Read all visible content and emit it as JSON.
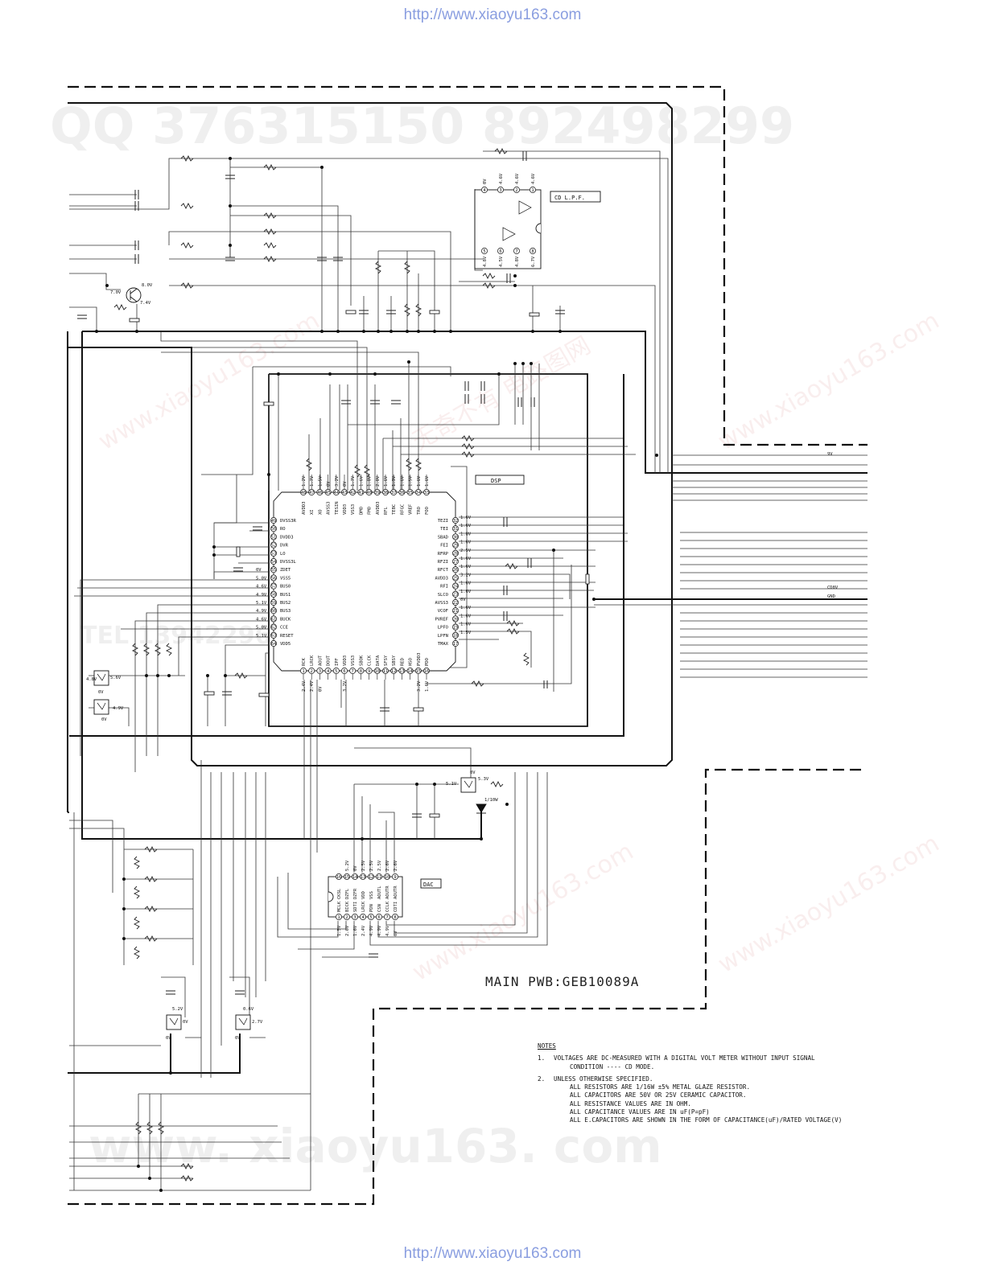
{
  "header": {
    "url": "http://www.xiaoyu163.com"
  },
  "footer": {
    "url": "http://www.xiaoyu163.com"
  },
  "watermarks": {
    "qq": "QQ 376315150    892498299",
    "site_bottom": "www. xiaoyu163. com",
    "site_diag": "www.xiaoyu163.com",
    "brand": "无奇不有 电路图网",
    "tel": "TEL 13942296513"
  },
  "blocks": {
    "lpf": "CD L.P.F.",
    "dsp": "DSP",
    "dac": "DAC",
    "board": "MAIN PWB:GEB10089A"
  },
  "lpf_pins": {
    "top": [
      "4",
      "3",
      "2",
      "1"
    ],
    "bottom": [
      "5",
      "6",
      "7",
      "8"
    ],
    "top_v": [
      "0V",
      "4.6V",
      "4.6V",
      "4.6V"
    ],
    "bottom_v": [
      "4.8V",
      "4.5V",
      "4.8V",
      "6.7V"
    ]
  },
  "dsp_top_pins": [
    {
      "n": "48",
      "name": "AVDD3",
      "v": "1.2V"
    },
    {
      "n": "47",
      "name": "XI",
      "v": "1.7V"
    },
    {
      "n": "46",
      "name": "XO",
      "v": "1.5V"
    },
    {
      "n": "45",
      "name": "AVSS3",
      "v": "0V"
    },
    {
      "n": "44",
      "name": "TESIN",
      "v": "3.2V"
    },
    {
      "n": "43",
      "name": "VDD3",
      "v": "0V"
    },
    {
      "n": "42",
      "name": "VSS3",
      "v": "1.7V"
    },
    {
      "n": "41",
      "name": "DMO",
      "v": "1.6V"
    },
    {
      "n": "40",
      "name": "FMO",
      "v": "1.8V"
    },
    {
      "n": "39",
      "name": "AVDD3",
      "v": "2.0V"
    },
    {
      "n": "38",
      "name": "RFL",
      "v": "1.6V"
    },
    {
      "n": "37",
      "name": "TEBC",
      "v": "1.3V"
    },
    {
      "n": "36",
      "name": "RFGC",
      "v": "1.6V"
    },
    {
      "n": "35",
      "name": "VREF",
      "v": "1.5V"
    },
    {
      "n": "34",
      "name": "TRO",
      "v": "1.6V"
    },
    {
      "n": "33",
      "name": "FOO",
      "v": "1.6V"
    }
  ],
  "dsp_left_pins": [
    {
      "n": "49",
      "name": "DVSS3R",
      "v": ""
    },
    {
      "n": "50",
      "name": "RO",
      "v": ""
    },
    {
      "n": "51",
      "name": "DVDD3",
      "v": ""
    },
    {
      "n": "52",
      "name": "DVR",
      "v": ""
    },
    {
      "n": "53",
      "name": "LO",
      "v": ""
    },
    {
      "n": "54",
      "name": "DVSS3L",
      "v": ""
    },
    {
      "n": "55",
      "name": "ZDET",
      "v": "0V"
    },
    {
      "n": "56",
      "name": "VSS5",
      "v": "5.0V"
    },
    {
      "n": "57",
      "name": "BUS0",
      "v": "4.6V"
    },
    {
      "n": "58",
      "name": "BUS1",
      "v": "4.9V"
    },
    {
      "n": "59",
      "name": "BUS2",
      "v": "5.1V"
    },
    {
      "n": "60",
      "name": "BUS3",
      "v": "4.9V"
    },
    {
      "n": "61",
      "name": "BUCK",
      "v": "4.6V"
    },
    {
      "n": "62",
      "name": "CCE",
      "v": "5.0V"
    },
    {
      "n": "63",
      "name": "RESET",
      "v": "5.1V"
    },
    {
      "n": "64",
      "name": "VDD5",
      "v": ""
    }
  ],
  "dsp_right_pins": [
    {
      "n": "32",
      "name": "TEZI",
      "v": "1.6V"
    },
    {
      "n": "31",
      "name": "TEI",
      "v": "1.6V"
    },
    {
      "n": "30",
      "name": "SBAD",
      "v": "1.8V"
    },
    {
      "n": "29",
      "name": "FEI",
      "v": "1.6V"
    },
    {
      "n": "28",
      "name": "RFRP",
      "v": "2.5V"
    },
    {
      "n": "27",
      "name": "RFZI",
      "v": "1.6V"
    },
    {
      "n": "26",
      "name": "RFCT",
      "v": "1.6V"
    },
    {
      "n": "25",
      "name": "AVDD3",
      "v": "3.2V"
    },
    {
      "n": "24",
      "name": "RFI",
      "v": "1.6V"
    },
    {
      "n": "23",
      "name": "SLCO",
      "v": "1.6V"
    },
    {
      "n": "22",
      "name": "AVSS3",
      "v": "0V"
    },
    {
      "n": "21",
      "name": "VCOF",
      "v": "1.6V"
    },
    {
      "n": "20",
      "name": "PVREF",
      "v": "1.6V"
    },
    {
      "n": "19",
      "name": "LPFO",
      "v": "1.6V"
    },
    {
      "n": "18",
      "name": "LPFN",
      "v": "1.5V"
    },
    {
      "n": "17",
      "name": "TMAX",
      "v": ""
    }
  ],
  "dsp_bottom_pins": [
    {
      "n": "1",
      "name": "RCK",
      "v": "2.4V"
    },
    {
      "n": "2",
      "name": "LRCK",
      "v": "2.4V"
    },
    {
      "n": "3",
      "name": "AOUT",
      "v": "0V"
    },
    {
      "n": "4",
      "name": "DOUT",
      "v": ""
    },
    {
      "n": "5",
      "name": "IPF",
      "v": ""
    },
    {
      "n": "6",
      "name": "VDD3",
      "v": "3.2V"
    },
    {
      "n": "7",
      "name": "VSS3",
      "v": ""
    },
    {
      "n": "8",
      "name": "SBOK",
      "v": ""
    },
    {
      "n": "9",
      "name": "CLCK",
      "v": ""
    },
    {
      "n": "10",
      "name": "DATA",
      "v": ""
    },
    {
      "n": "11",
      "name": "SFSY",
      "v": ""
    },
    {
      "n": "12",
      "name": "SBSY",
      "v": ""
    },
    {
      "n": "13",
      "name": "RED",
      "v": ""
    },
    {
      "n": "14",
      "name": "HSO",
      "v": ""
    },
    {
      "n": "15",
      "name": "PVDD3",
      "v": "3.2V"
    },
    {
      "n": "16",
      "name": "PDO",
      "v": "1.6V"
    }
  ],
  "dac_top_pins": [
    {
      "n": "16",
      "name": "CKSL",
      "v": ""
    },
    {
      "n": "15",
      "name": "DZFL",
      "v": "5.2V"
    },
    {
      "n": "14",
      "name": "DZFR",
      "v": "0V"
    },
    {
      "n": "13",
      "name": "VDD",
      "v": "2.5V"
    },
    {
      "n": "12",
      "name": "VSS",
      "v": "2.5V"
    },
    {
      "n": "11",
      "name": "AOUTL",
      "v": "2.5V"
    },
    {
      "n": "10",
      "name": "AOUTR",
      "v": "2.6V"
    },
    {
      "n": "9",
      "name": "AOUTR",
      "v": "2.6V"
    }
  ],
  "dac_bottom_pins": [
    {
      "n": "1",
      "name": "MCLK",
      "v": "1.5V"
    },
    {
      "n": "2",
      "name": "BICK",
      "v": "2.6V"
    },
    {
      "n": "3",
      "name": "SDTI",
      "v": "1.6V"
    },
    {
      "n": "4",
      "name": "LRCK",
      "v": "2.4V"
    },
    {
      "n": "5",
      "name": "PDN",
      "v": "4.9V"
    },
    {
      "n": "6",
      "name": "CSN",
      "v": "4.9V"
    },
    {
      "n": "7",
      "name": "CCLK",
      "v": "4.9V"
    },
    {
      "n": "8",
      "name": "CDTI",
      "v": "0V"
    }
  ],
  "voltages": {
    "q1_b": "7.0V",
    "q1_c": "8.0V",
    "q1_e": "7.4V",
    "ic_a1": "4.8V",
    "ic_a2": "5.6V",
    "ic_b": "4.9V",
    "ic_g": "0V",
    "ic_g2": "0V",
    "reg_in": "5.1V",
    "reg_out": "5.3V",
    "reg_g": "0V",
    "zener": "1/10W",
    "q4_b": "5.2V",
    "q4_c": "0V",
    "q4_e": "0V",
    "q5_b": "0.6V",
    "q5_c": "2.7V",
    "q5_e": "0V",
    "rail_9v": "9V",
    "rail_cd8v": "CD8V",
    "rail_gnd": "GND"
  },
  "notes": {
    "heading": "NOTES",
    "items": [
      {
        "num": "1.",
        "lines": [
          "VOLTAGES ARE DC-MEASURED WITH A DIGITAL VOLT METER WITHOUT INPUT SIGNAL",
          "CONDITION ---- CD MODE."
        ]
      },
      {
        "num": "2.",
        "lines": [
          "UNLESS OTHERWISE SPECIFIED.",
          "ALL RESISTORS ARE 1/16W ±5% METAL GLAZE RESISTOR.",
          "ALL CAPACITORS ARE 50V OR 25V CERAMIC CAPACITOR.",
          "ALL RESISTANCE VALUES ARE IN OHM.",
          "ALL CAPACITANCE VALUES ARE IN uF(P=pF)",
          "ALL E.CAPACITORS ARE SHOWN IN THE FORM OF CAPACITANCE(uF)/RATED VOLTAGE(V)"
        ]
      }
    ]
  }
}
